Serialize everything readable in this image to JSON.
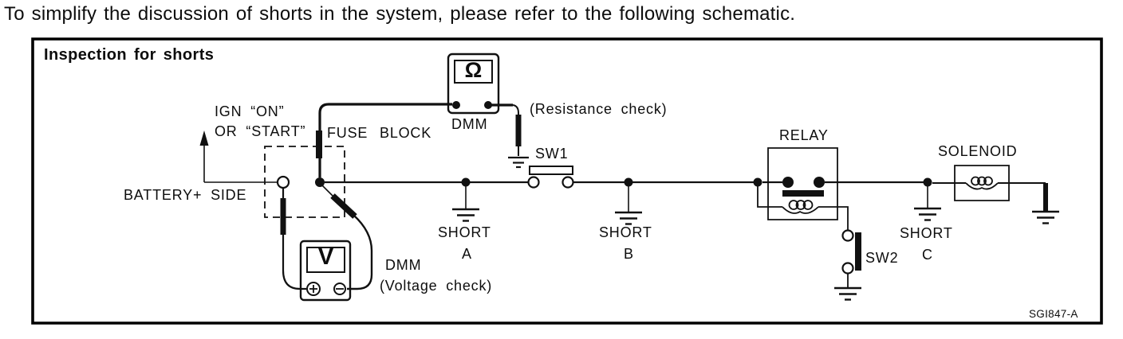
{
  "page": {
    "intro": "To simplify the discussion of shorts in the system, please refer to the following schematic."
  },
  "diagram": {
    "title": "Inspection for shorts",
    "figure_code": "SGI847-A",
    "colors": {
      "line": "#111111",
      "background": "#ffffff",
      "text": "#0d0d0d"
    },
    "components": {
      "ignition": {
        "line1": "IGN “ON”",
        "line2": "OR “START”"
      },
      "battery": {
        "label": "BATTERY+ SIDE"
      },
      "fuse_block": {
        "label": "FUSE BLOCK"
      },
      "dmm_resistance": {
        "label": "DMM",
        "mode": "(Resistance check)",
        "display": "Ω"
      },
      "dmm_voltage": {
        "label": "DMM",
        "mode": "(Voltage check)",
        "display": "V"
      },
      "sw1": {
        "label": "SW1"
      },
      "sw2": {
        "label": "SW2"
      },
      "short_a": {
        "word": "SHORT",
        "letter": "A"
      },
      "short_b": {
        "word": "SHORT",
        "letter": "B"
      },
      "short_c": {
        "word": "SHORT",
        "letter": "C"
      },
      "relay": {
        "label": "RELAY"
      },
      "solenoid": {
        "label": "SOLENOID"
      }
    },
    "icons": {
      "ground": "⏚",
      "plus_terminal": "⊕",
      "minus_terminal": "⊖",
      "arrow_up": "↑"
    }
  }
}
